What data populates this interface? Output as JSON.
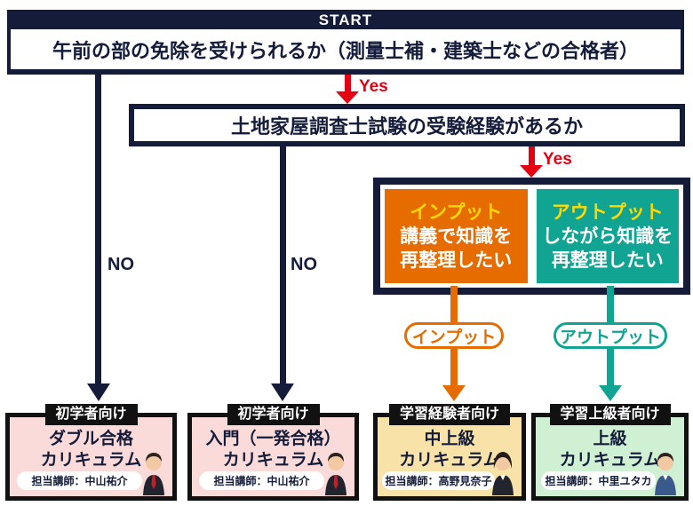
{
  "palette": {
    "navy": "#141c3a",
    "red": "#e50012",
    "orange": "#e66c00",
    "teal": "#12a493",
    "yellow": "#ffd900",
    "badge_black": "#111111",
    "card_pink": "#fbdada",
    "card_cream": "#f8e2a7",
    "card_green": "#cff0d2"
  },
  "flow": {
    "start_label": "START",
    "question1": "午前の部の免除を受けられるか（測量士補・建築士などの合格者）",
    "question2": "土地家屋調査士試験の受験経験があるか",
    "yes1": "Yes",
    "yes2": "Yes",
    "no1": "NO",
    "no2": "NO"
  },
  "choices": {
    "input": {
      "title": "インプット",
      "desc1": "講義で知識を",
      "desc2": "再整理したい",
      "pill": "インプット"
    },
    "output": {
      "title": "アウトプット",
      "desc1": "しながら知識を",
      "desc2": "再整理したい",
      "pill": "アウトプット"
    }
  },
  "cards": [
    {
      "badge": "初学者向け",
      "title_line1": "ダブル合格",
      "title_line2": "カリキュラム",
      "instructor": "担当講師：中山祐介",
      "photo": "male-instructor-dark-suit"
    },
    {
      "badge": "初学者向け",
      "title_line1": "入門（一発合格）",
      "title_line2": "カリキュラム",
      "instructor": "担当講師：中山祐介",
      "photo": "male-instructor-dark-suit"
    },
    {
      "badge": "学習経験者向け",
      "title_line1": "中上級",
      "title_line2": "カリキュラム",
      "instructor": "担当講師：高野見奈子",
      "photo": "female-instructor-dark-suit"
    },
    {
      "badge": "学習上級者向け",
      "title_line1": "上級",
      "title_line2": "カリキュラム",
      "instructor": "担当講師：中里ユタカ",
      "photo": "male-instructor-blue-suit"
    }
  ]
}
